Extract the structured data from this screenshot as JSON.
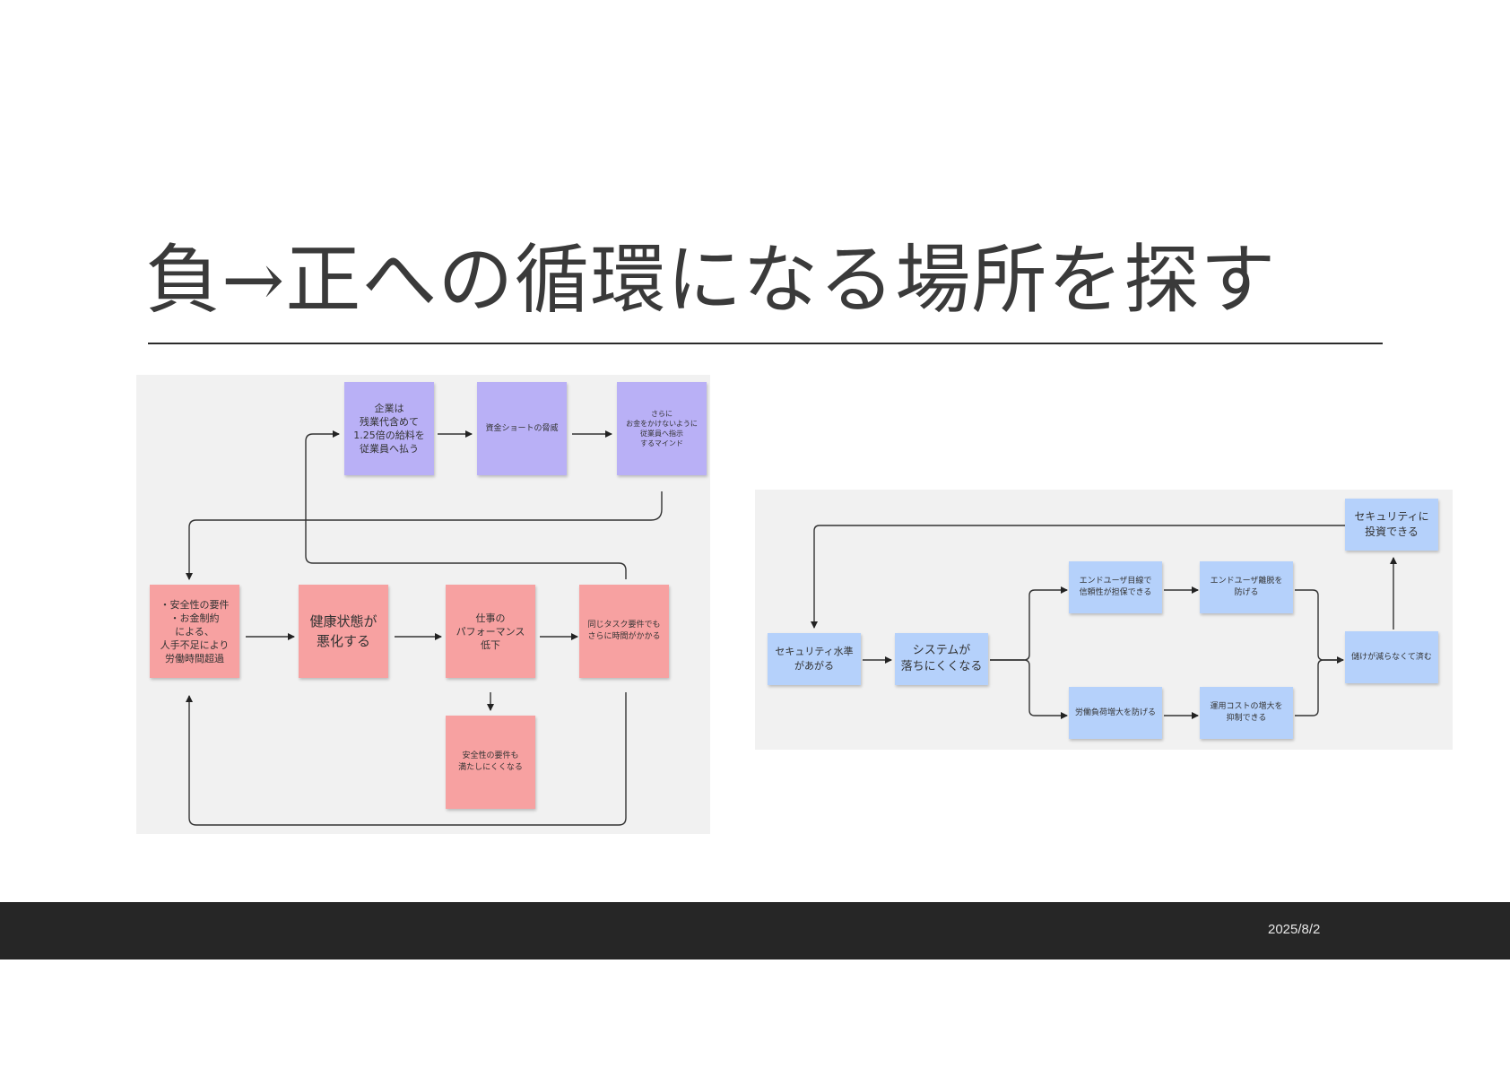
{
  "slide": {
    "title": "負→正への循環になる場所を探す",
    "date": "2025/8/2"
  },
  "colors": {
    "purple_note": "#b9b0f6",
    "red_note": "#f7a1a1",
    "blue_note": "#b5d1fb",
    "panel_bg": "#f1f1f1",
    "footer_bg": "#262626"
  },
  "left_diagram": {
    "notes": {
      "salary": "企業は\n残業代含めて\n1.25倍の給料を\n従業員へ払う",
      "cash": "資金ショートの脅威",
      "mind": "さらに\nお金をかけないように\n従業員へ指示\nするマインド",
      "constraints": "・安全性の要件\n・お金制約\nによる、\n人手不足により\n労働時間超過",
      "health": "健康状態が\n悪化する",
      "performance": "仕事の\nパフォーマンス\n低下",
      "slower": "同じタスク要件でも\nさらに時間がかかる",
      "safety": "安全性の要件も\n満たしにくくなる"
    }
  },
  "right_diagram": {
    "notes": {
      "invest": "セキュリティに\n投資できる",
      "level": "セキュリティ水準\nがあがる",
      "system": "システムが\n落ちにくくなる",
      "trust": "エンドユーザ目線で\n信頼性が担保できる",
      "churn": "エンドユーザ離脱を\n防げる",
      "labor": "労働負荷増大を防げる",
      "cost": "運用コストの増大を\n抑制できる",
      "profit": "儲けが減らなくて済む"
    }
  }
}
